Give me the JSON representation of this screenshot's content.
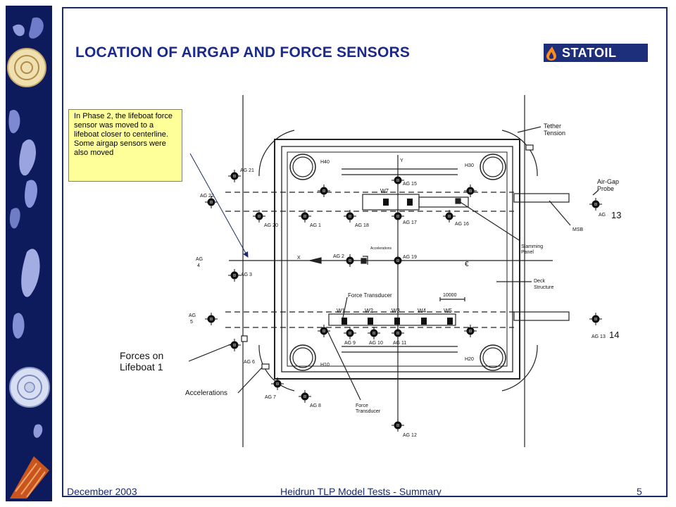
{
  "slide": {
    "title": "LOCATION OF AIRGAP AND FORCE SENSORS",
    "logo_text": "STATOIL",
    "note_lines": [
      "In Phase 2, the lifeboat force sensor was moved to a lifeboat closer to centerline.",
      "Some airgap sensors were also moved"
    ]
  },
  "drawing": {
    "columns": [
      "H40",
      "H30",
      "H10",
      "H20"
    ],
    "airgap_labels": {
      "ag21": "AG 21",
      "ag22": "AG 22",
      "ag20": "AG 20",
      "ag1": "AG 1",
      "ag18": "AG 18",
      "ag17": "AG 17",
      "ag16": "AG 16",
      "ag15": "AG 15",
      "ag4_top": "AG",
      "ag4_bottom": "4",
      "ag3": "AG 3",
      "ag2": "AG 2",
      "ag19": "AG 19",
      "ag5_top": "AG",
      "ag5_bottom": "5",
      "ag6": "AG 6",
      "ag7": "AG 7",
      "ag8": "AG 8",
      "ag9": "AG 9",
      "ag10": "AG 10",
      "ag11": "AG 11",
      "ag12": "AG 12",
      "ag13": "AG",
      "ag13_hand": "13",
      "ag14": "AG 13",
      "ag14_hand": "14"
    },
    "wave_probes": [
      "W7",
      "W1",
      "W2",
      "W3",
      "W4",
      "W5"
    ],
    "callouts": {
      "tether_1": "Tether",
      "tether_2": "Tension",
      "airgap_1": "Air-Gap",
      "airgap_2": "Probe",
      "msb": "MSB",
      "slam_1": "Slamming",
      "slam_2": "Panel",
      "deck_1": "Deck",
      "deck_2": "Structure",
      "force_transducer_top": "Force Transducer",
      "dimension": "10000",
      "accelerations_small": "Accelerations",
      "forces_1": "Forces on",
      "forces_2": "Lifeboat 1",
      "accelerations": "Accelerations",
      "ft_bottom_1": "Force",
      "ft_bottom_2": "Transducer",
      "axis_x": "X",
      "axis_y": "Y",
      "centerline_mark": "€"
    }
  },
  "footer": {
    "date": "December 2003",
    "center": "Heidrun TLP Model Tests - Summary",
    "page": "5"
  }
}
